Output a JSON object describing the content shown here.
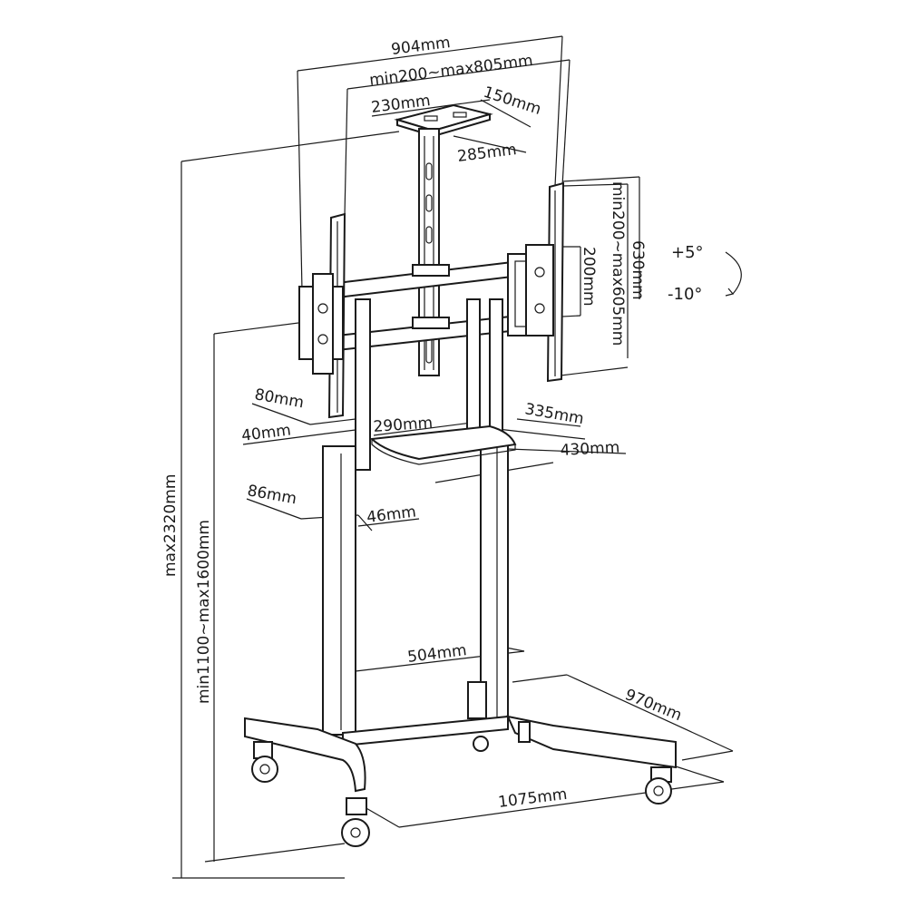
{
  "dimensions": {
    "top_width": "904mm",
    "vesa_range_h": "min200~max805mm",
    "plate_width": "230mm",
    "plate_depth": "150mm",
    "plate_height": "285mm",
    "vesa_range_v": "min200~max605mm",
    "bracket_height": "630mm",
    "arm_spacing": "200mm",
    "tilt_up": "+5°",
    "tilt_down": "-10°",
    "column_depth": "80mm",
    "column_width": "40mm",
    "shelf_depth": "290mm",
    "shelf_width_back": "335mm",
    "shelf_width_front": "430mm",
    "lower_column_depth": "86mm",
    "lower_column_width": "46mm",
    "max_height": "max2320mm",
    "height_range": "min1100~max1600mm",
    "base_inner": "504mm",
    "base_depth": "970mm",
    "base_width": "1075mm"
  }
}
